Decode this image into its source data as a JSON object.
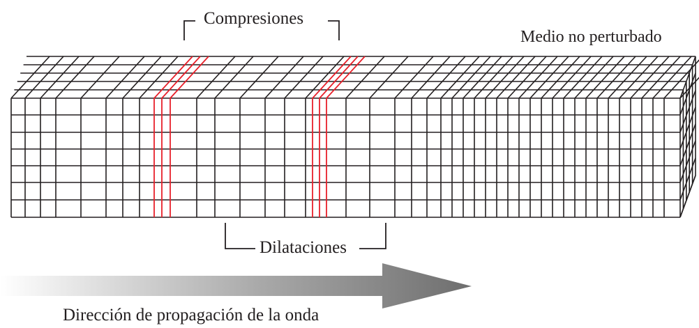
{
  "labels": {
    "compressions": "Compresiones",
    "undisturbed_medium": "Medio no perturbado",
    "dilations": "Dilataciones",
    "propagation_direction": "Dirección de propagación de la onda"
  },
  "colors": {
    "grid_line": "#231f20",
    "compression_line": "#e8202a",
    "arrow_dark": "#6e6e6e",
    "arrow_light": "#ffffff"
  }
}
